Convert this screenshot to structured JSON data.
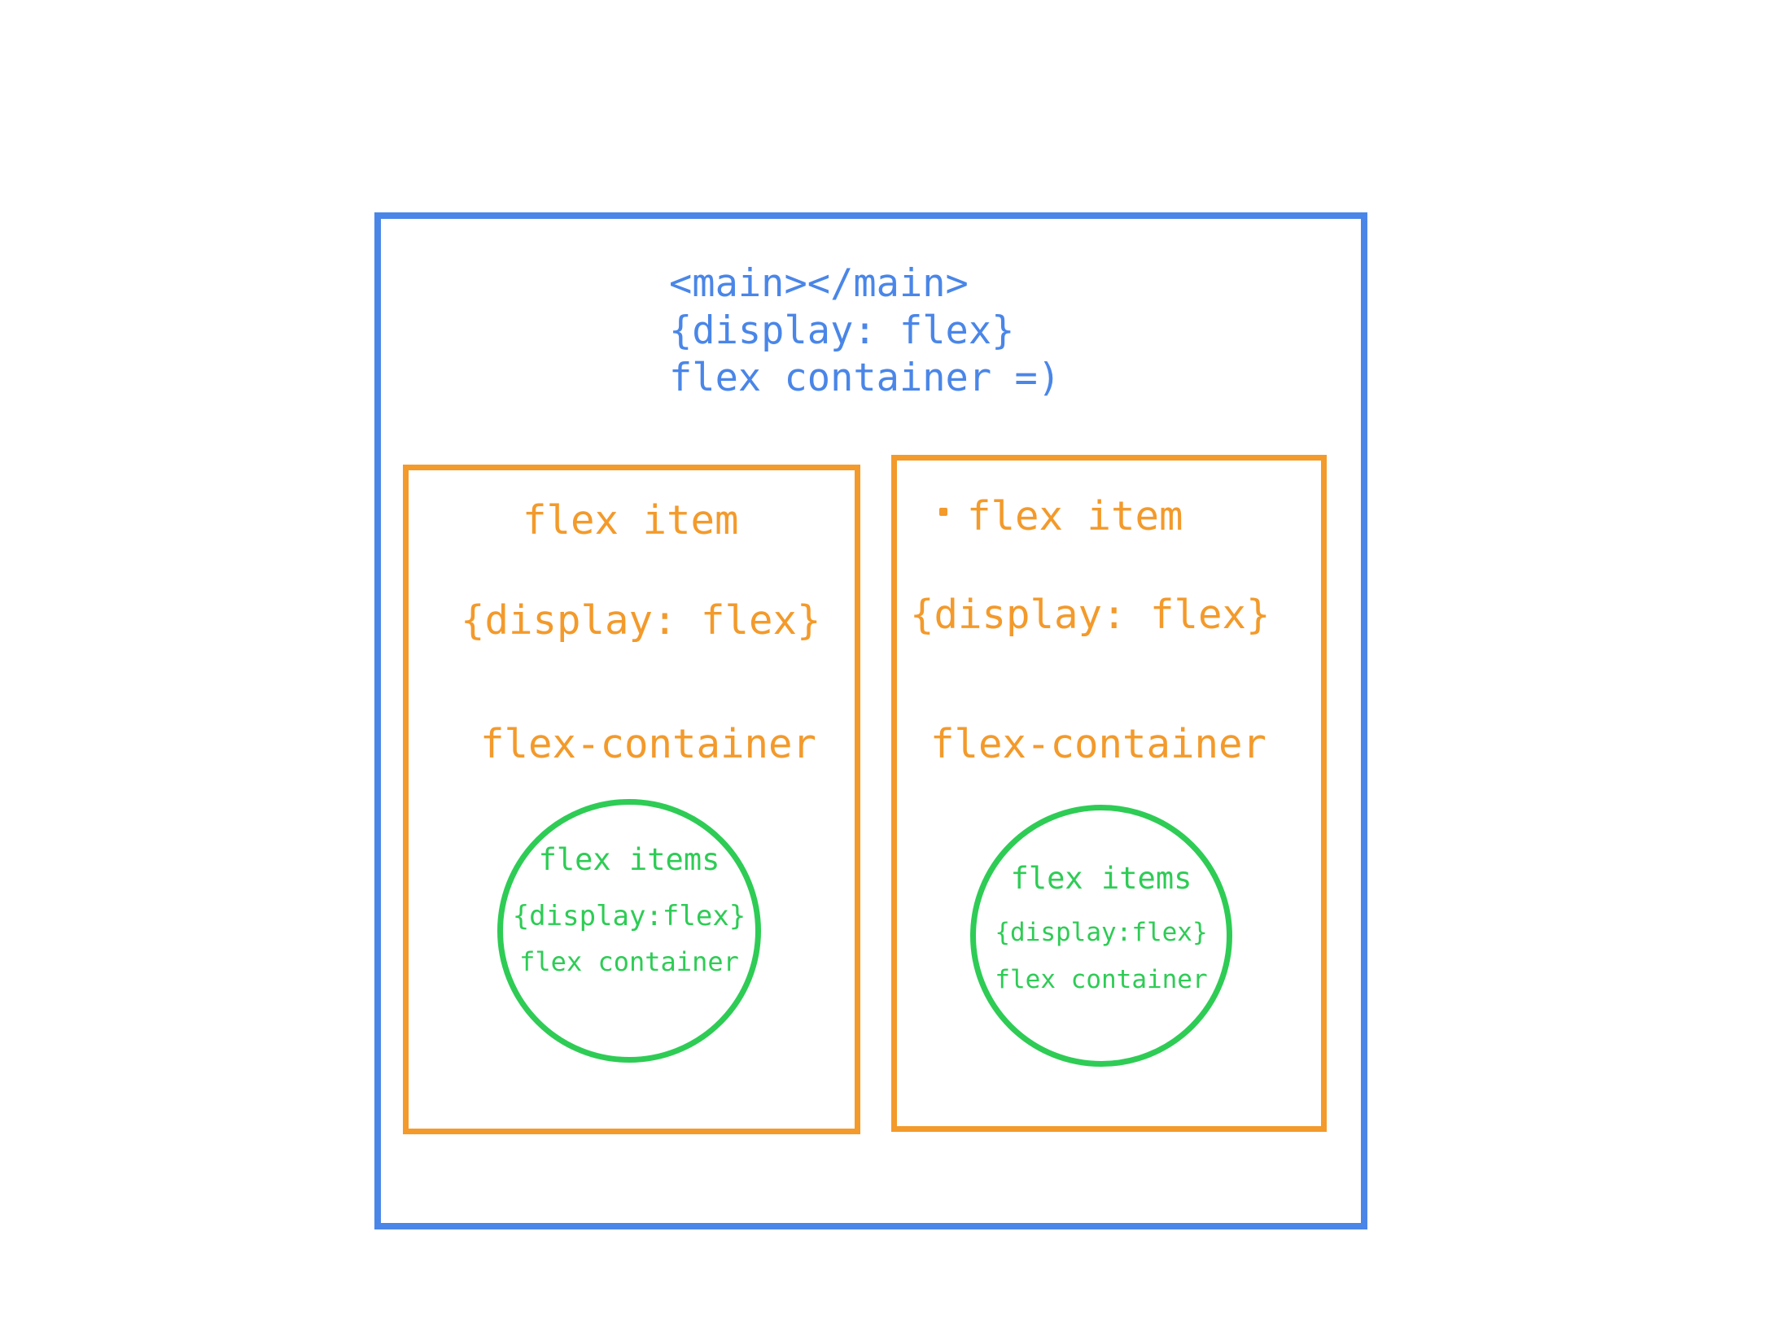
{
  "main": {
    "line1": "<main></main>",
    "line2": "{display: flex}",
    "line3": "flex container =)"
  },
  "left_item": {
    "title": "flex item",
    "display": "{display: flex}",
    "role": "flex-container",
    "inner": {
      "title": "flex items",
      "display": "{display:flex}",
      "role": "flex container"
    }
  },
  "right_item": {
    "title": "flex item",
    "display": "{display: flex}",
    "role": "flex-container",
    "inner": {
      "title": "flex items",
      "display": "{display:flex}",
      "role": "flex container"
    }
  },
  "colors": {
    "main": "#4a86e8",
    "flex_item": "#f39a2b",
    "nested_item": "#2ecc55"
  }
}
